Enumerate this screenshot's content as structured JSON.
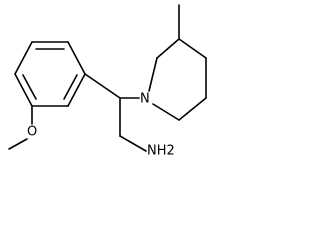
{
  "molecule": {
    "atoms": {
      "nitrogen": "N",
      "oxygen": "O",
      "amine": "NH2"
    }
  },
  "colors": {
    "background": "#ffffff",
    "bond": "#000000",
    "label": "#000000"
  }
}
